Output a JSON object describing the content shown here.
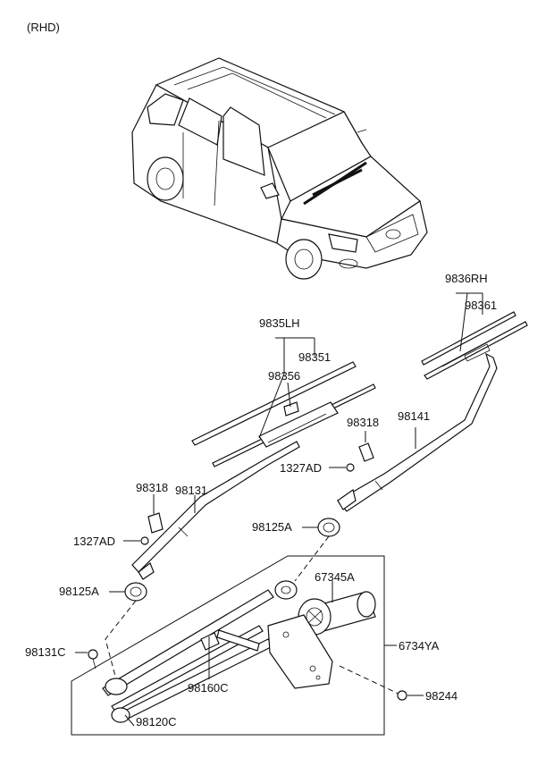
{
  "variant": "(RHD)",
  "labels": {
    "p9836RH": "9836RH",
    "p98361": "98361",
    "p9835LH": "9835LH",
    "p98351": "98351",
    "p98356": "98356",
    "p98318a": "98318",
    "p98141": "98141",
    "p1327ADa": "1327AD",
    "p98318b": "98318",
    "p98131": "98131",
    "p98125Aa": "98125A",
    "p1327ADb": "1327AD",
    "p98125Ab": "98125A",
    "p67345A": "67345A",
    "p6734YA": "6734YA",
    "p98131C": "98131C",
    "p98160C": "98160C",
    "p98244": "98244",
    "p98120C": "98120C"
  }
}
